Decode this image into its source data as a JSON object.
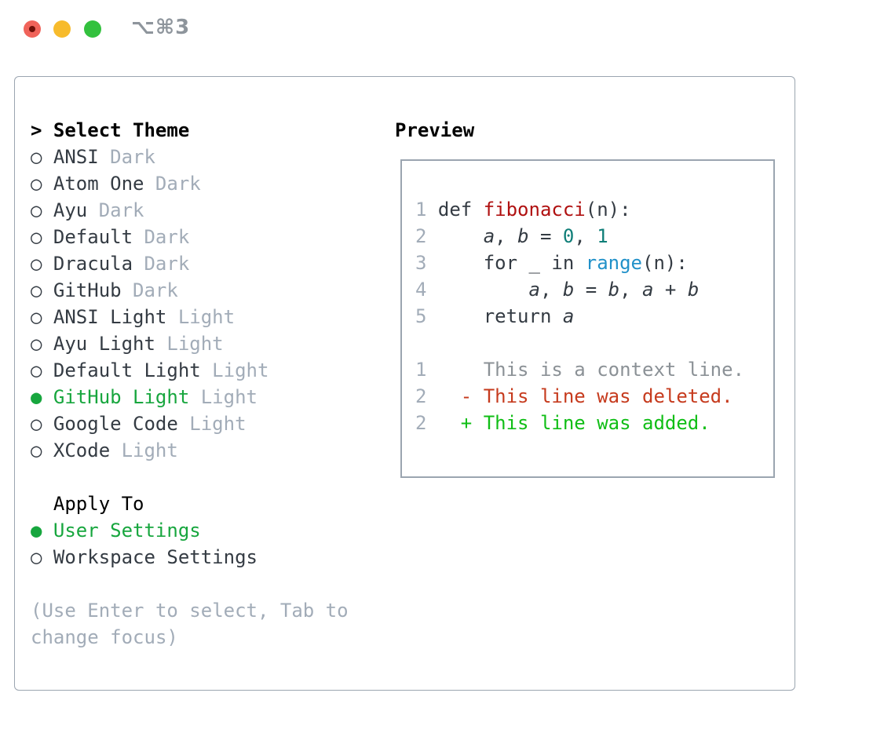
{
  "window": {
    "shortcut": "⌥⌘3"
  },
  "icons": {
    "radio_unselected": "○",
    "radio_selected": "●",
    "selection_arrow": ">"
  },
  "theme_selector": {
    "header": "Select Theme",
    "themes": [
      {
        "name": "ANSI",
        "variant": "Dark",
        "selected": false
      },
      {
        "name": "Atom One",
        "variant": "Dark",
        "selected": false
      },
      {
        "name": "Ayu",
        "variant": "Dark",
        "selected": false
      },
      {
        "name": "Default",
        "variant": "Dark",
        "selected": false
      },
      {
        "name": "Dracula",
        "variant": "Dark",
        "selected": false
      },
      {
        "name": "GitHub",
        "variant": "Dark",
        "selected": false
      },
      {
        "name": "ANSI Light",
        "variant": "Light",
        "selected": false
      },
      {
        "name": "Ayu Light",
        "variant": "Light",
        "selected": false
      },
      {
        "name": "Default Light",
        "variant": "Light",
        "selected": false
      },
      {
        "name": "GitHub Light",
        "variant": "Light",
        "selected": true
      },
      {
        "name": "Google Code",
        "variant": "Light",
        "selected": false
      },
      {
        "name": "XCode",
        "variant": "Light",
        "selected": false
      }
    ],
    "apply_to": {
      "header": "Apply To",
      "options": [
        {
          "label": "User Settings",
          "selected": true
        },
        {
          "label": "Workspace Settings",
          "selected": false
        }
      ]
    },
    "hint_lines": [
      "(Use Enter to select, Tab to",
      "change focus)"
    ]
  },
  "preview": {
    "header": "Preview",
    "lines": [
      {
        "segments": [
          {
            "style": "ln",
            "text": "1"
          },
          {
            "style": "code",
            "text": " def "
          },
          {
            "style": "func",
            "text": "fibonacci"
          },
          {
            "style": "code",
            "text": "(n):"
          }
        ]
      },
      {
        "segments": [
          {
            "style": "ln",
            "text": "2"
          },
          {
            "style": "code",
            "text": "     "
          },
          {
            "style": "var",
            "text": "a"
          },
          {
            "style": "code",
            "text": ", "
          },
          {
            "style": "var",
            "text": "b"
          },
          {
            "style": "code",
            "text": " = "
          },
          {
            "style": "num",
            "text": "0"
          },
          {
            "style": "code",
            "text": ", "
          },
          {
            "style": "num",
            "text": "1"
          }
        ]
      },
      {
        "segments": [
          {
            "style": "ln",
            "text": "3"
          },
          {
            "style": "code",
            "text": "     for _ in "
          },
          {
            "style": "builtin",
            "text": "range"
          },
          {
            "style": "code",
            "text": "(n):"
          }
        ]
      },
      {
        "segments": [
          {
            "style": "ln",
            "text": "4"
          },
          {
            "style": "code",
            "text": "         "
          },
          {
            "style": "var",
            "text": "a"
          },
          {
            "style": "code",
            "text": ", "
          },
          {
            "style": "var",
            "text": "b"
          },
          {
            "style": "code",
            "text": " = "
          },
          {
            "style": "var",
            "text": "b"
          },
          {
            "style": "code",
            "text": ", "
          },
          {
            "style": "var",
            "text": "a"
          },
          {
            "style": "code",
            "text": " + "
          },
          {
            "style": "var",
            "text": "b"
          }
        ]
      },
      {
        "segments": [
          {
            "style": "ln",
            "text": "5"
          },
          {
            "style": "code",
            "text": "     return "
          },
          {
            "style": "var",
            "text": "a"
          }
        ]
      },
      {
        "segments": []
      },
      {
        "segments": [
          {
            "style": "ln",
            "text": "1"
          },
          {
            "style": "ctx",
            "text": "     This is a context line."
          }
        ]
      },
      {
        "segments": [
          {
            "style": "ln",
            "text": "2"
          },
          {
            "style": "del",
            "text": "   - This line was deleted."
          }
        ]
      },
      {
        "segments": [
          {
            "style": "ln",
            "text": "2"
          },
          {
            "style": "add",
            "text": "   + This line was added."
          }
        ]
      }
    ]
  },
  "colors": {
    "border": "#9ba5b0",
    "text": "#343b43",
    "muted": "#a2acb8",
    "heading": "#000000",
    "selected": "#17a63e",
    "shortcut": "#8e959c",
    "traffic_red": "#f0635a",
    "traffic_red_dot": "#6e0f08",
    "traffic_yellow": "#f7bb2c",
    "traffic_green": "#33c13e",
    "func": "#b01111",
    "numlit": "#0f7e78",
    "builtin": "#2191c9",
    "ctx": "#8b9196",
    "del": "#c63b1e",
    "add": "#10be16"
  }
}
